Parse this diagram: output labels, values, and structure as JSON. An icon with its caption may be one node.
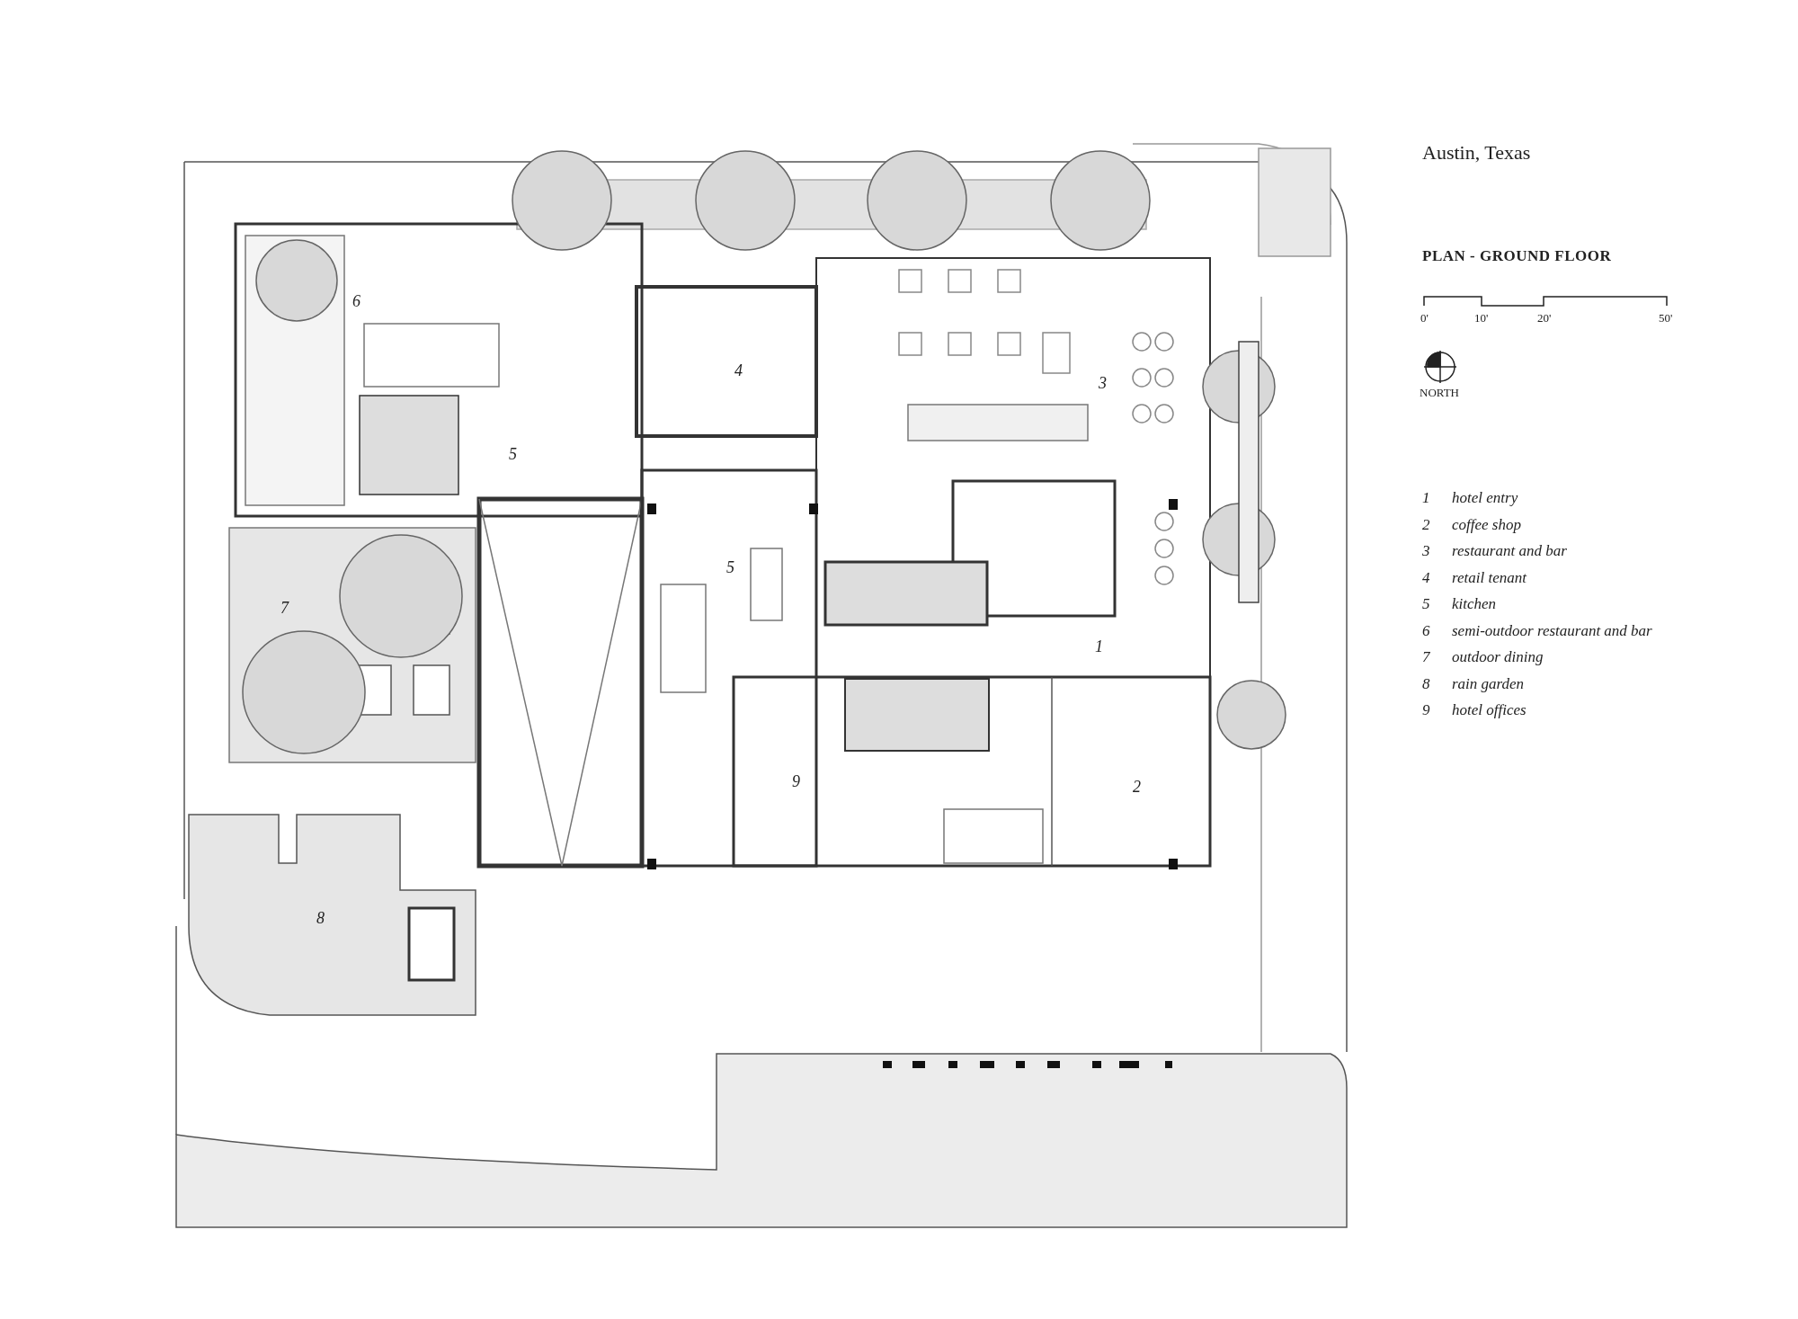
{
  "diagram": {
    "labels": [
      "6",
      "4",
      "3",
      "5",
      "5",
      "7",
      "1",
      "2",
      "9",
      "8",
      "Austin, Texas",
      "PLAN - GROUND FLOOR",
      "0'",
      "10'",
      "20'",
      "50'",
      "NORTH",
      "1",
      "hotel entry",
      "2",
      "coffee shop",
      "3",
      "restaurant and bar",
      "4",
      "retail tenant",
      "5",
      "kitchen",
      "6",
      "semi-outdoor restaurant and bar",
      "7",
      "outdoor dining",
      "8",
      "rain garden",
      "9",
      "hotel offices"
    ]
  }
}
